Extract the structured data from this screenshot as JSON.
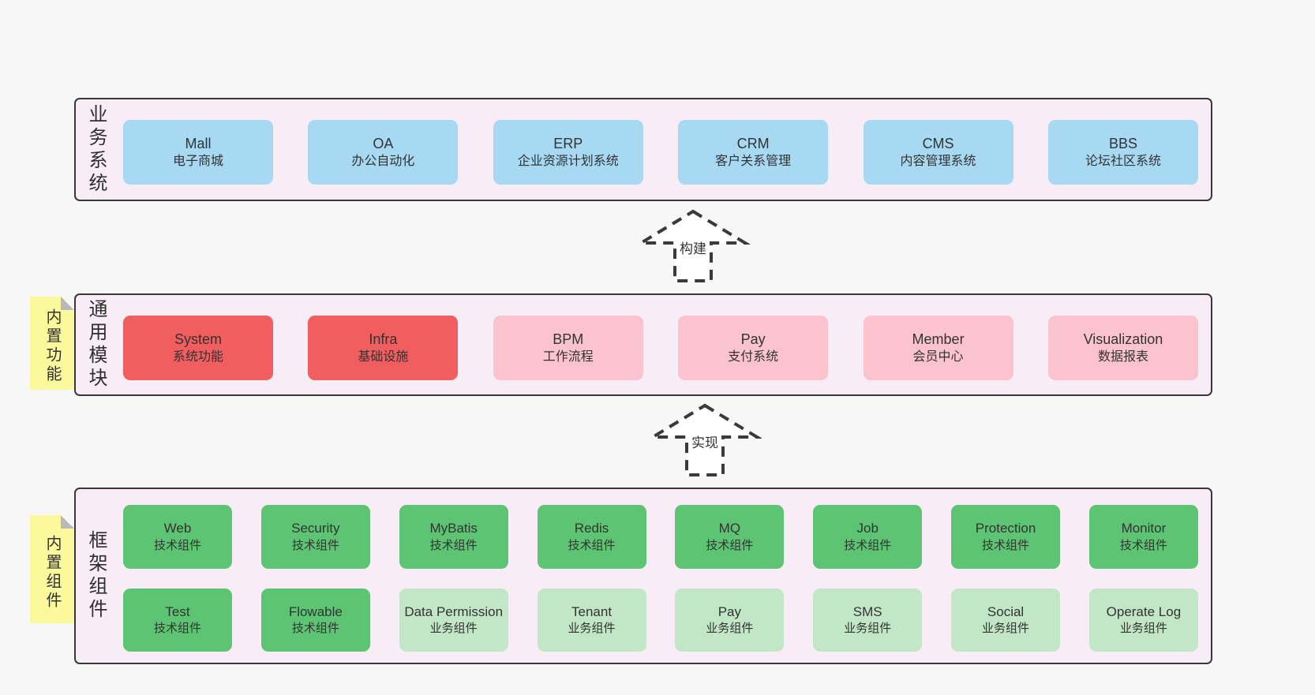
{
  "colors": {
    "page_bg": "#f7f7f7",
    "band_bg": "#f8edf6",
    "band_border": "#383838",
    "blue_box": "#a7d9f3",
    "red_box": "#f15e5f",
    "pink_box": "#fac3ce",
    "green_box": "#5cc472",
    "light_green_box": "#c1e7c6",
    "sticky_note": "#fbf99c",
    "text": "#333333"
  },
  "bands": {
    "business": {
      "label": "业务系统",
      "boxes": [
        {
          "en": "Mall",
          "zh": "电子商城"
        },
        {
          "en": "OA",
          "zh": "办公自动化"
        },
        {
          "en": "ERP",
          "zh": "企业资源计划系统"
        },
        {
          "en": "CRM",
          "zh": "客户关系管理"
        },
        {
          "en": "CMS",
          "zh": "内容管理系统"
        },
        {
          "en": "BBS",
          "zh": "论坛社区系统"
        }
      ]
    },
    "modules": {
      "label": "通用模块",
      "sticky": "内置功能",
      "boxes": [
        {
          "en": "System",
          "zh": "系统功能"
        },
        {
          "en": "Infra",
          "zh": "基础设施"
        },
        {
          "en": "BPM",
          "zh": "工作流程"
        },
        {
          "en": "Pay",
          "zh": "支付系统"
        },
        {
          "en": "Member",
          "zh": "会员中心"
        },
        {
          "en": "Visualization",
          "zh": "数据报表"
        }
      ]
    },
    "components": {
      "label": "框架组件",
      "sticky": "内置组件",
      "row1": [
        {
          "en": "Web",
          "zh": "技术组件"
        },
        {
          "en": "Security",
          "zh": "技术组件"
        },
        {
          "en": "MyBatis",
          "zh": "技术组件"
        },
        {
          "en": "Redis",
          "zh": "技术组件"
        },
        {
          "en": "MQ",
          "zh": "技术组件"
        },
        {
          "en": "Job",
          "zh": "技术组件"
        },
        {
          "en": "Protection",
          "zh": "技术组件"
        },
        {
          "en": "Monitor",
          "zh": "技术组件"
        }
      ],
      "row2": [
        {
          "en": "Test",
          "zh": "技术组件"
        },
        {
          "en": "Flowable",
          "zh": "技术组件"
        },
        {
          "en": "Data Permission",
          "zh": "业务组件"
        },
        {
          "en": "Tenant",
          "zh": "业务组件"
        },
        {
          "en": "Pay",
          "zh": "业务组件"
        },
        {
          "en": "SMS",
          "zh": "业务组件"
        },
        {
          "en": "Social",
          "zh": "业务组件"
        },
        {
          "en": "Operate Log",
          "zh": "业务组件"
        }
      ]
    }
  },
  "arrows": {
    "build": "构建",
    "implement": "实现"
  }
}
